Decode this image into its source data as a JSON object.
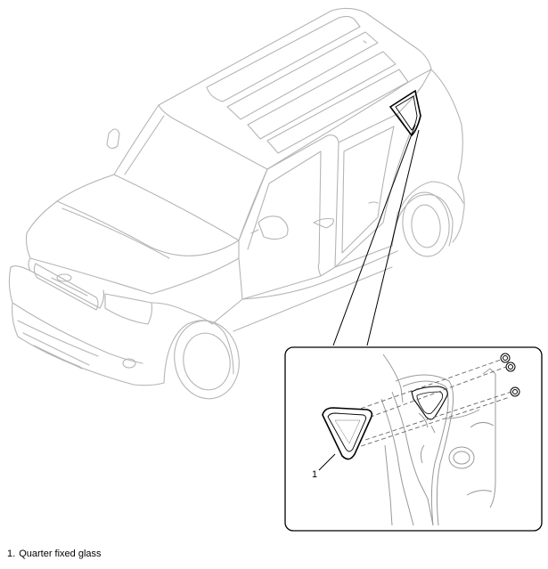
{
  "callouts": [
    {
      "number": "1",
      "part": "Quarter fixed glass"
    }
  ],
  "caption": {
    "number": "1.",
    "text": "Quarter fixed glass"
  },
  "colors": {
    "body_line": "#b5b5b5",
    "detail_line": "#999999",
    "ink": "#000000"
  }
}
